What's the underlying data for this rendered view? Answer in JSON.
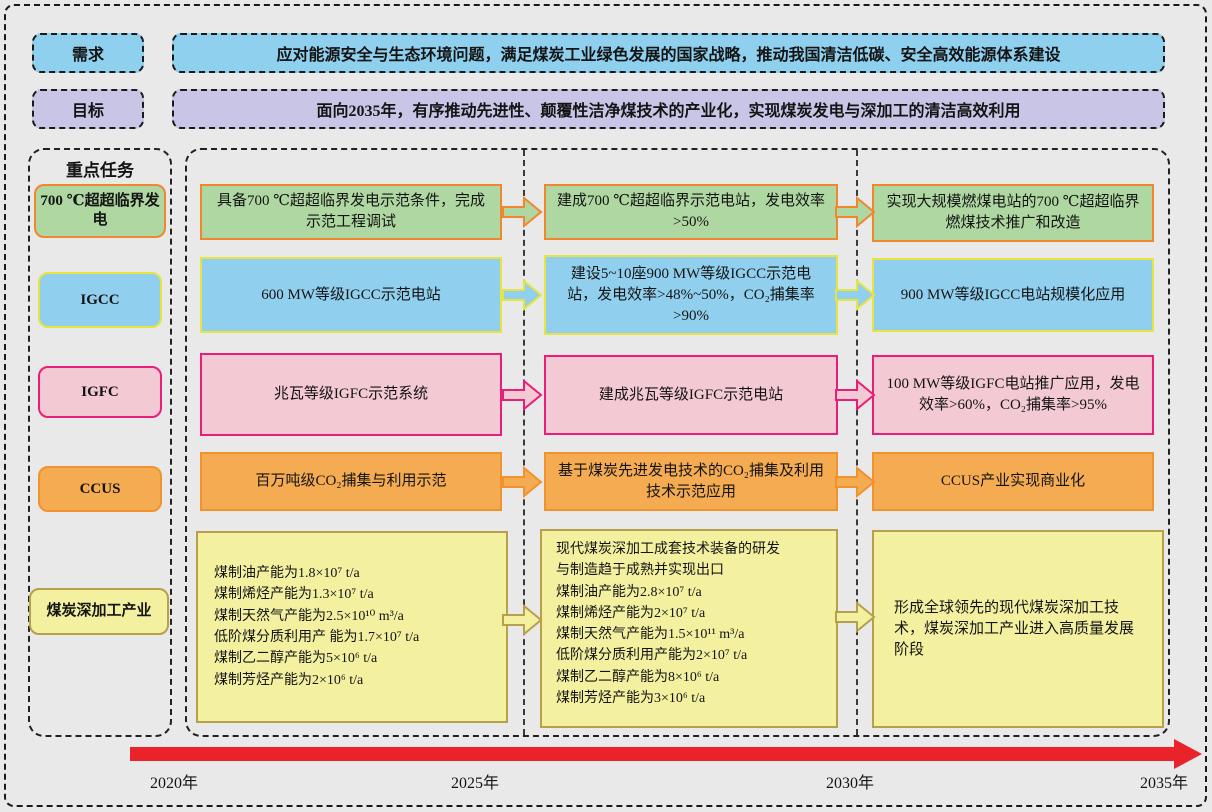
{
  "colors": {
    "bg": "#e9e9e9",
    "ink": "#141414",
    "blue": "#8fd0ee",
    "purple": "#c9c5e6",
    "green": "#afd7a1",
    "green-bd": "#f0862d",
    "igcc": "#90d0ee",
    "igcc-bd": "#e7e441",
    "pink": "#f3c9d3",
    "pink-bd": "#e91e78",
    "orange": "#f5ab51",
    "orange-bd": "#f0922d",
    "yellow": "#f3f0a0",
    "yellow-bd": "#b7a04b",
    "red": "#e92329"
  },
  "header": {
    "demand_label": "需求",
    "demand_text": "应对能源安全与生态环境问题，满足煤炭工业绿色发展的国家战略，推动我国清洁低碳、安全高效能源体系建设",
    "goal_label": "目标",
    "goal_text": "面向2035年，有序推动先进性、颠覆性洁净煤技术的产业化，实现煤炭发电与深加工的清洁高效利用"
  },
  "tasks": {
    "title": "重点任务",
    "rows": [
      {
        "id": "ultra-supercritical-700c",
        "label": "700 ℃超超临界发电",
        "phases": [
          "具备700 ℃超超临界发电示范条件，完成示范工程调试",
          "建成700 ℃超超临界示范电站，发电效率>50%",
          "实现大规模燃煤电站的700 ℃超超临界燃煤技术推广和改造"
        ]
      },
      {
        "id": "igcc",
        "label": "IGCC",
        "phases": [
          "600 MW等级IGCC示范电站",
          "建设5~10座900 MW等级IGCC示范电站，发电效率>48%~50%，CO₂捕集率>90%",
          "900 MW等级IGCC电站规模化应用"
        ]
      },
      {
        "id": "igfc",
        "label": "IGFC",
        "phases": [
          "兆瓦等级IGFC示范系统",
          "建成兆瓦等级IGFC示范电站",
          "100 MW等级IGFC电站推广应用，发电效率>60%，CO₂捕集率>95%"
        ]
      },
      {
        "id": "ccus",
        "label": "CCUS",
        "phases": [
          "百万吨级CO₂捕集与利用示范",
          "基于煤炭先进发电技术的CO₂捕集及利用技术示范应用",
          "CCUS产业实现商业化"
        ]
      },
      {
        "id": "coal-deep-processing",
        "label": "煤炭深加工产业",
        "phase1_lines": [
          "煤制油产能为1.8×10⁷ t/a",
          "煤制烯烃产能为1.3×10⁷ t/a",
          "煤制天然气产能为2.5×10¹⁰ m³/a",
          "低阶煤分质利用产 能为1.7×10⁷ t/a",
          "煤制乙二醇产能为5×10⁶ t/a",
          "煤制芳烃产能为2×10⁶ t/a"
        ],
        "phase2_lines": [
          "现代煤炭深加工成套技术装备的研发",
          "与制造趋于成熟并实现出口",
          "煤制油产能为2.8×10⁷ t/a",
          "煤制烯烃产能为2×10⁷ t/a",
          "煤制天然气产能为1.5×10¹¹ m³/a",
          "低阶煤分质利用产能为2×10⁷ t/a",
          "煤制乙二醇产能为8×10⁶ t/a",
          "煤制芳烃产能为3×10⁶ t/a"
        ],
        "phase3": "形成全球领先的现代煤炭深加工技术，煤炭深加工产业进入高质量发展阶段"
      }
    ]
  },
  "timeline": {
    "years": [
      "2020年",
      "2025年",
      "2030年",
      "2035年"
    ]
  }
}
